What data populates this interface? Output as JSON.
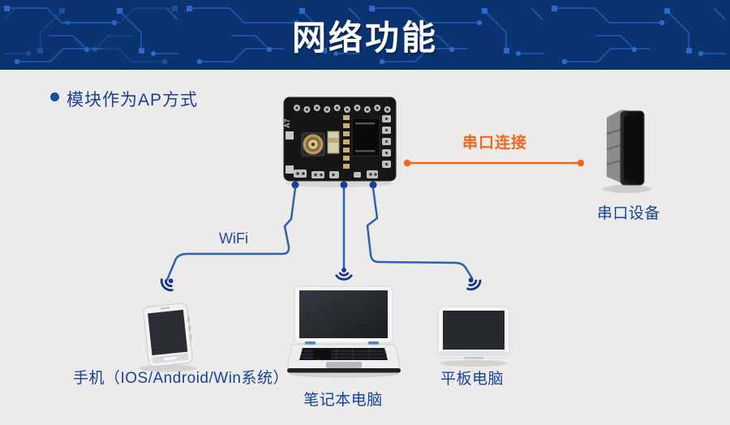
{
  "header": {
    "title": "网络功能"
  },
  "content": {
    "bullet": "模块作为AP方式",
    "module_marking": "A7",
    "labels": {
      "wifi": "WiFi",
      "serial_link": "串口连接",
      "serial_device": "串口设备",
      "phone": "手机（IOS/Android/Win系统）",
      "laptop": "笔记本电脑",
      "tablet": "平板电脑"
    }
  },
  "colors": {
    "header_bg": "#0a3370",
    "circuit_trace": "#1d56ae",
    "circuit_node": "#2f6fd8",
    "body_bg": "#ecebe9",
    "text_blue": "#16439c",
    "line_blue": "#2e62ae",
    "icon_navy": "#14368c",
    "accent_orange": "#f2661f"
  }
}
